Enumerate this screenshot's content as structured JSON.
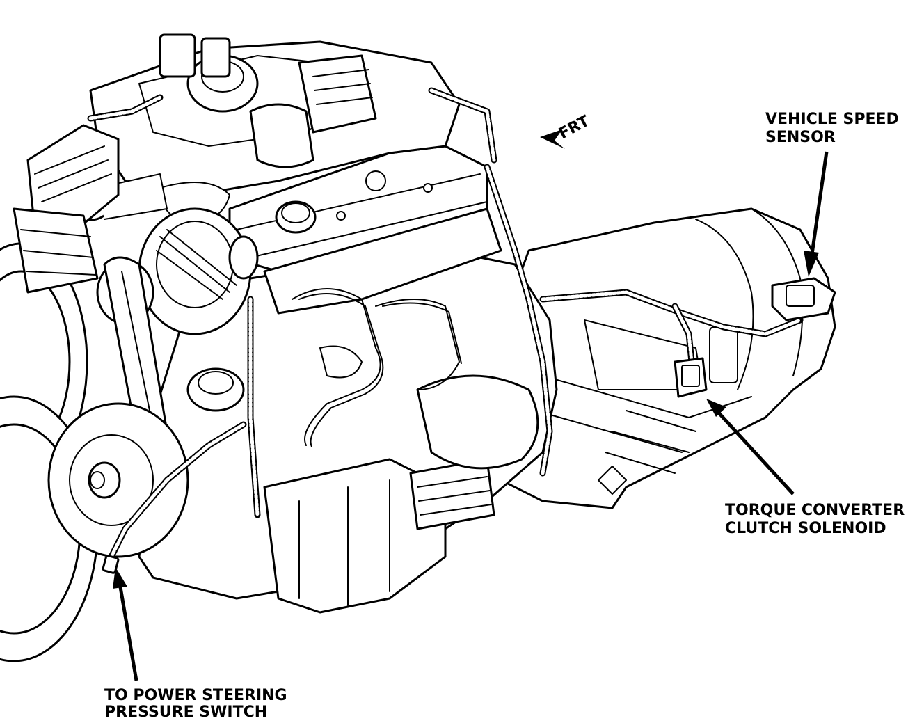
{
  "direction_label": "FRT",
  "callouts": {
    "vehicle_speed_sensor": [
      "VEHICLE SPEED",
      "SENSOR"
    ],
    "torque_converter_clutch_solenoid": [
      "TORQUE CONVERTER",
      "CLUTCH SOLENOID"
    ],
    "power_steering_pressure_switch": [
      "TO POWER STEERING",
      "PRESSURE SWITCH"
    ]
  }
}
